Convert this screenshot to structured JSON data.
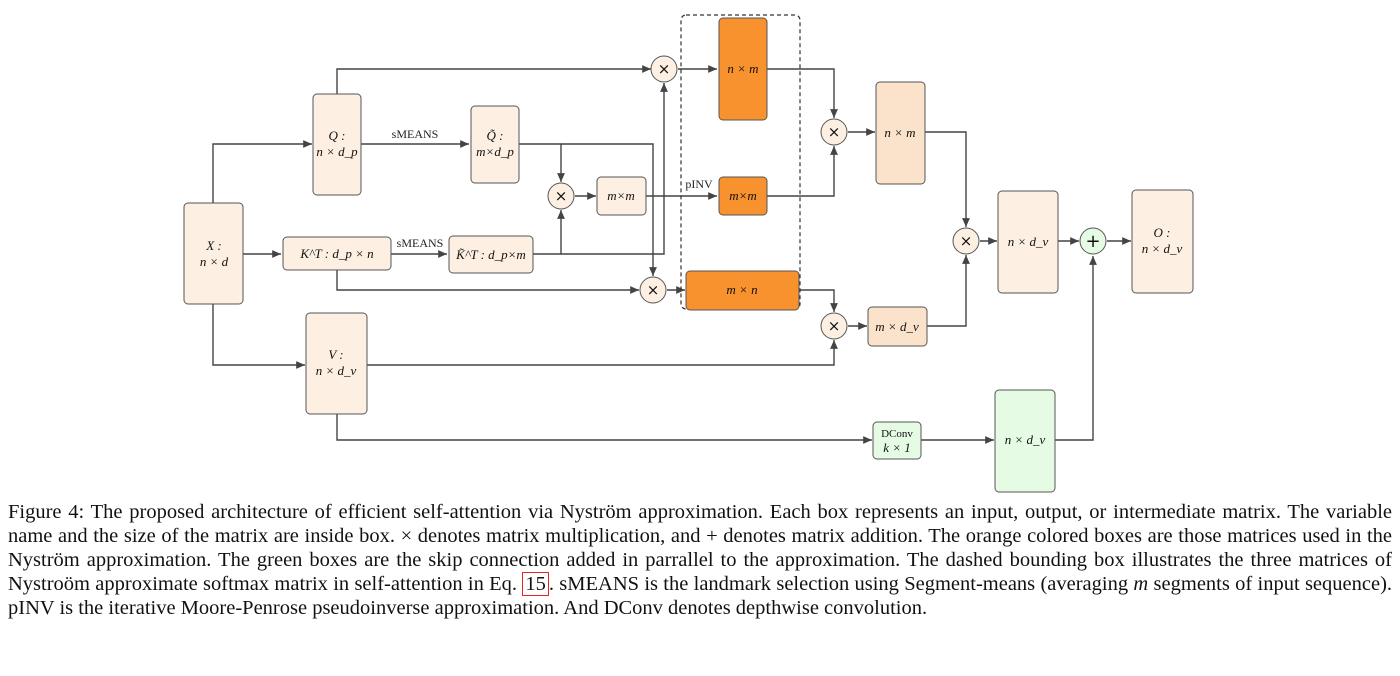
{
  "figure": {
    "boxes": {
      "x": {
        "name": "X :",
        "size": "n × d"
      },
      "q": {
        "name": "Q :",
        "size": "n × d_p"
      },
      "kt": {
        "line": "K^T : d_p × n"
      },
      "v": {
        "name": "V :",
        "size": "n × d_v"
      },
      "qtilde": {
        "name": "Q̃ :",
        "size": "m×d_p"
      },
      "ktilde": {
        "line": "K̃^T : d_p×m"
      },
      "mxm_small": {
        "size": "m×m"
      },
      "orange_top": {
        "size": "n × m"
      },
      "orange_mid": {
        "size": "m×m"
      },
      "orange_bot": {
        "size": "m × n"
      },
      "nm_right": {
        "size": "n × m"
      },
      "mdv": {
        "size": "m × d_v"
      },
      "ndv": {
        "size": "n × d_v"
      },
      "dconv": {
        "name": "DConv",
        "size": "k × 1"
      },
      "ndv_green": {
        "size": "n × d_v"
      },
      "out": {
        "name": "O :",
        "size": "n × d_v"
      }
    },
    "edge_labels": {
      "smeans_q": "sMEANS",
      "smeans_k": "sMEANS",
      "pinv": "pINV"
    },
    "operators": {
      "mult": "×",
      "add": "+"
    },
    "colors": {
      "light_box": "#fdf0e2",
      "orange_box": "#f7922f",
      "mid_box": "#fbe3cb",
      "green_box": "#e6fbe4",
      "line": "#444444"
    }
  },
  "caption": {
    "label": "Figure 4:",
    "part1": "The proposed architecture of efficient self-attention via Nyström approximation. Each box represents an input, output, or intermediate matrix. The variable name and the size of the matrix are inside box. × denotes matrix multiplication, and + denotes matrix addition. The orange colored boxes are those matrices used in the Nyström approximation. The green boxes are the skip connection added in parrallel to the approximation. The dashed bounding box illustrates the three matrices of Nystroöm approximate softmax matrix in self-attention in Eq.",
    "eq_ref": "15",
    "part2": ". sMEANS is the landmark selection using Segment-means (averaging",
    "m": "m",
    "part3": "segments of input sequence). pINV is the iterative Moore-Penrose pseudoinverse approximation. And DConv denotes depthwise convolution."
  }
}
